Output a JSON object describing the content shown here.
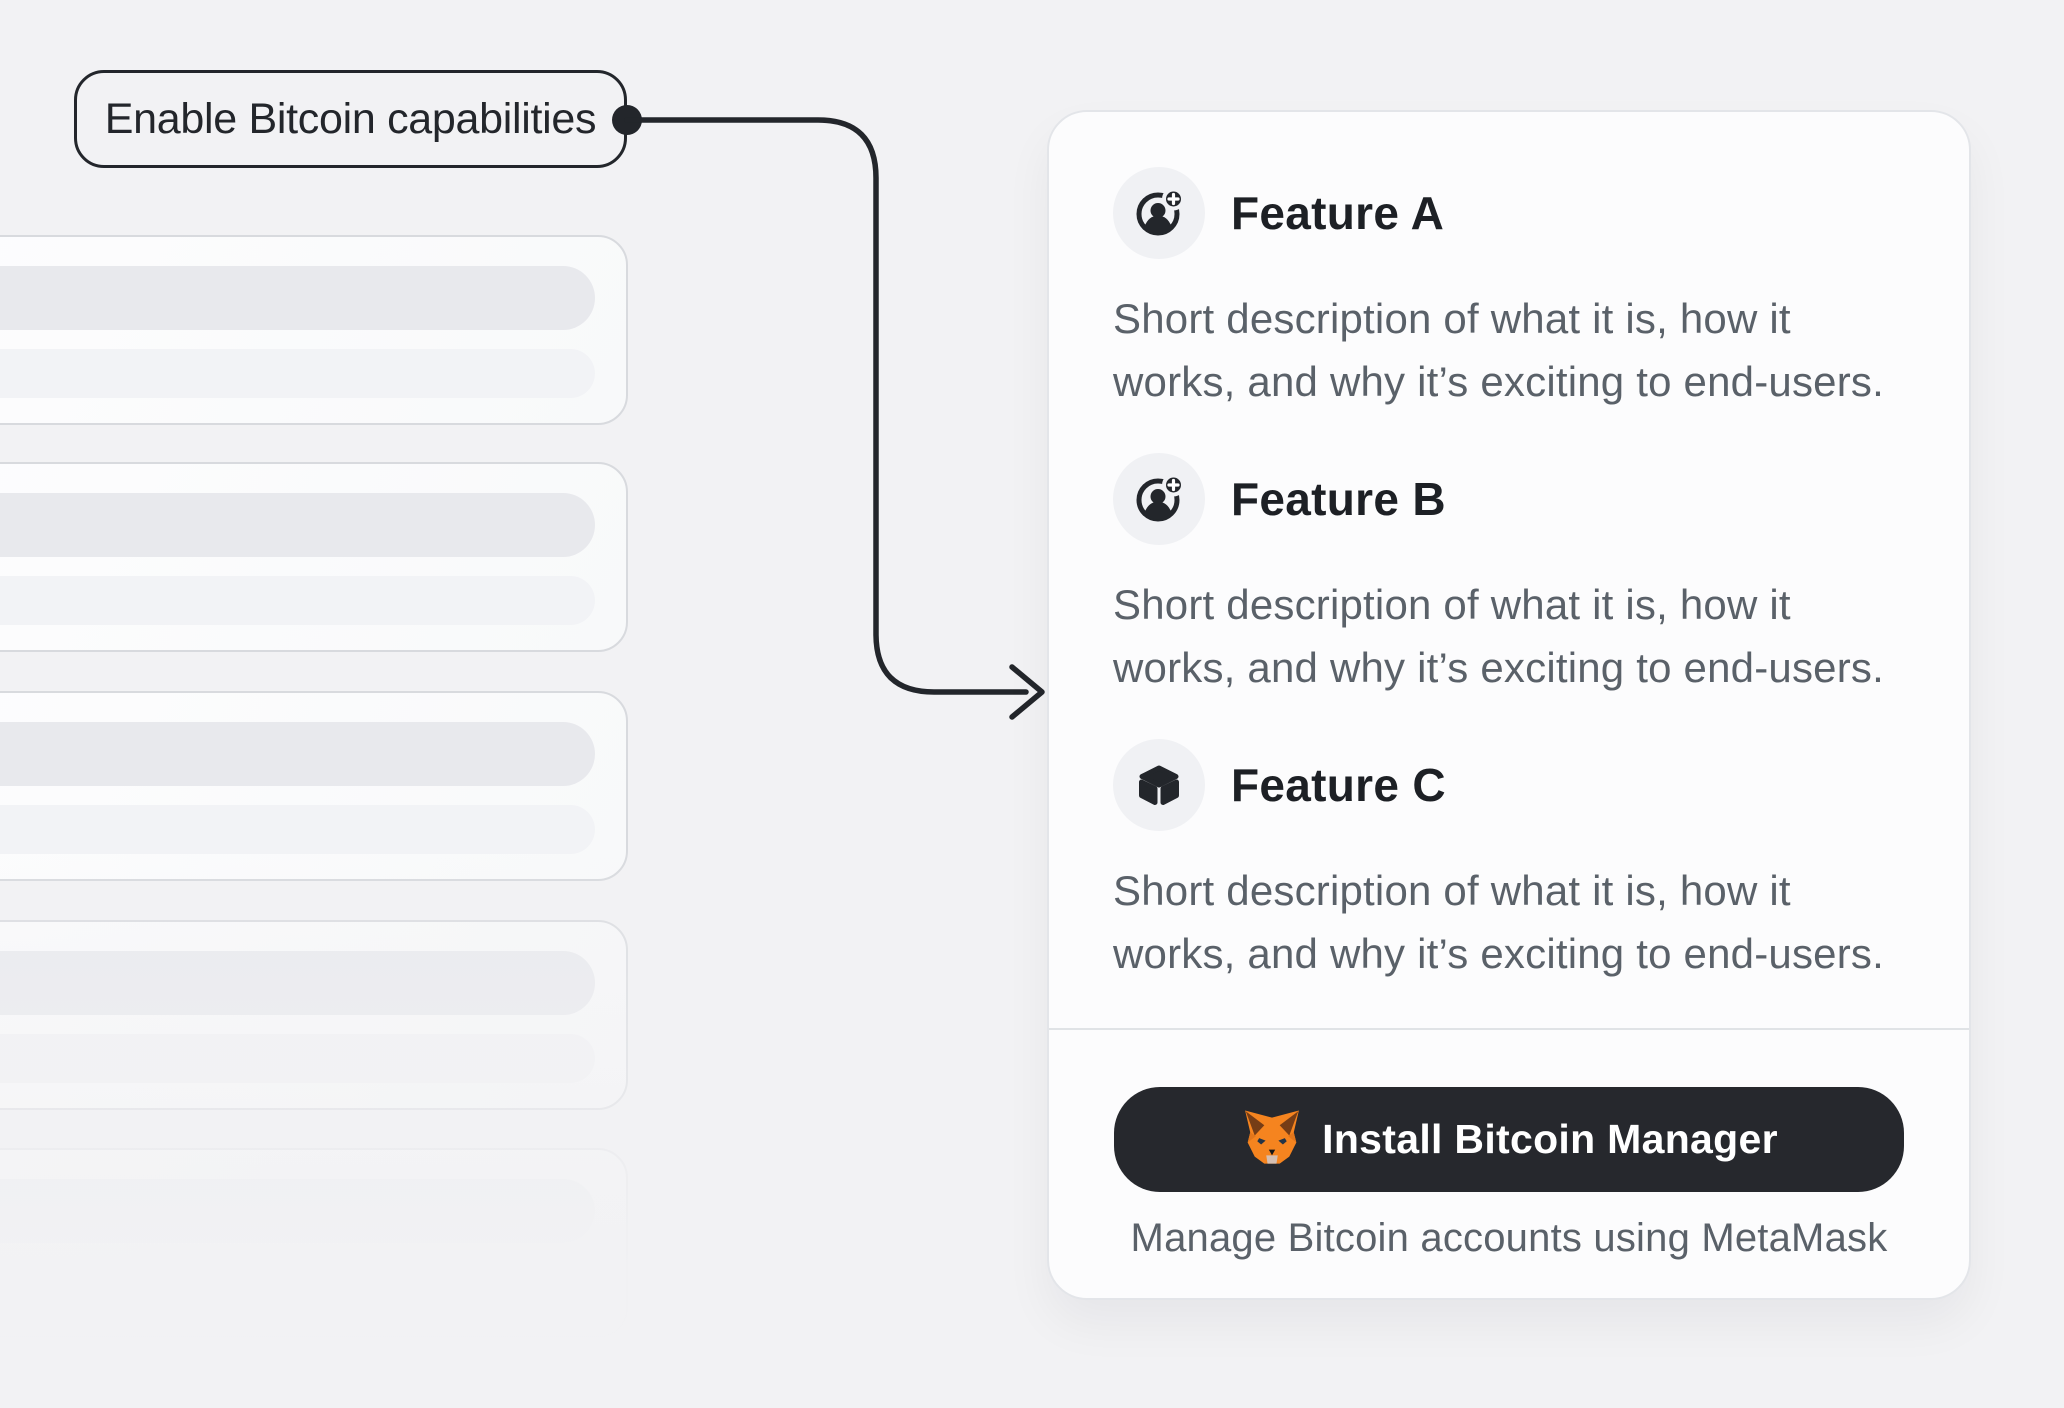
{
  "annotation": {
    "label": "Enable Bitcoin capabilities"
  },
  "card": {
    "features": [
      {
        "title": "Feature A",
        "icon": "account-add-icon",
        "description_line1": "Short description of what it is, how it",
        "description_line2": "works, and why it’s exciting to end-users."
      },
      {
        "title": "Feature B",
        "icon": "account-add-icon",
        "description_line1": "Short description of what it is, how it",
        "description_line2": "works, and why it’s exciting to end-users."
      },
      {
        "title": "Feature C",
        "icon": "cube-icon",
        "description_line1": "Short description of what it is, how it",
        "description_line2": "works, and why it’s exciting to end-users."
      }
    ],
    "install_button": {
      "label": "Install Bitcoin Manager",
      "icon": "metamask-fox-icon"
    },
    "caption": "Manage Bitcoin accounts using MetaMask"
  },
  "skeleton": {
    "card_count": 5
  },
  "colors": {
    "page_bg": "#f2f2f4",
    "annotation_stroke": "#23262b",
    "card_bg": "#fcfcfd",
    "card_border": "#e3e5e9",
    "title_text": "#1d2025",
    "body_text": "#5a6169",
    "icon_circle_bg": "#f0f1f4",
    "icon_glyph": "#23262b",
    "button_bg": "#26282d",
    "button_text": "#ffffff",
    "fox_orange": "#f5841f",
    "fox_brown": "#763d16",
    "skeleton_pill_dark": "#e8e9ed",
    "skeleton_pill_light": "#f2f3f6"
  }
}
